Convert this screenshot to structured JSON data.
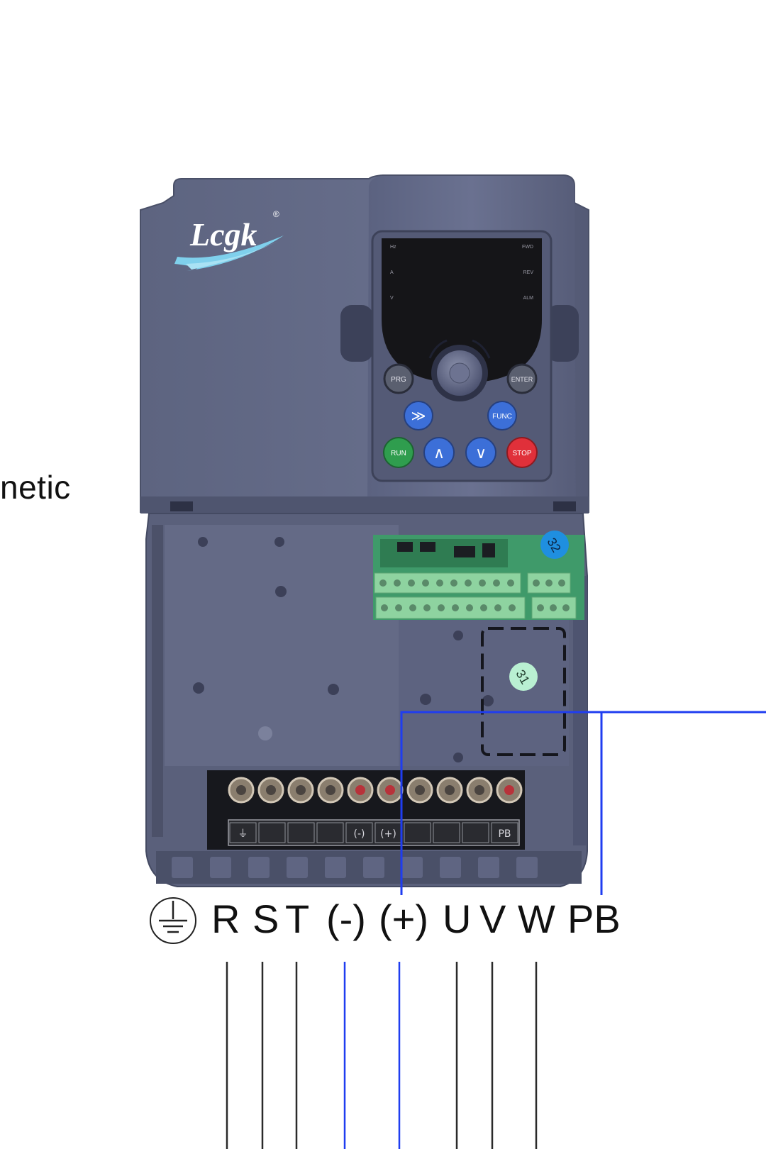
{
  "side_caption": "netic",
  "brand": {
    "logo_text": "Lcgk",
    "registered": "®"
  },
  "panel": {
    "led_left": [
      "Hz",
      "A",
      "V"
    ],
    "led_right": [
      "FWD",
      "REV",
      "ALM"
    ],
    "buttons": {
      "prg": "PRG",
      "enter": "ENTER",
      "shift": "≫",
      "func": "FUNC",
      "run": "RUN",
      "up": "∧",
      "down": "∨",
      "stop": "STOP"
    }
  },
  "stickers": {
    "top": "32",
    "mid": "31"
  },
  "terminal_strip": [
    "⏚",
    "",
    "",
    "",
    "(-)",
    "(+)",
    "",
    "",
    "",
    "PB"
  ],
  "terminals": {
    "ground_symbol": "ground-icon",
    "labels": [
      "R",
      "S",
      "T",
      "(-)",
      "(+)",
      "U",
      "V",
      "W",
      "PB"
    ]
  },
  "colors": {
    "housing": "#5b627d",
    "housing_dark": "#464c64",
    "wire_black": "#2a2a2a",
    "wire_blue": "#1f3df0",
    "pcb": "#3f9a6a",
    "run": "#2f9d4e",
    "stop": "#e0303a",
    "key_blue": "#3c6fd8"
  }
}
